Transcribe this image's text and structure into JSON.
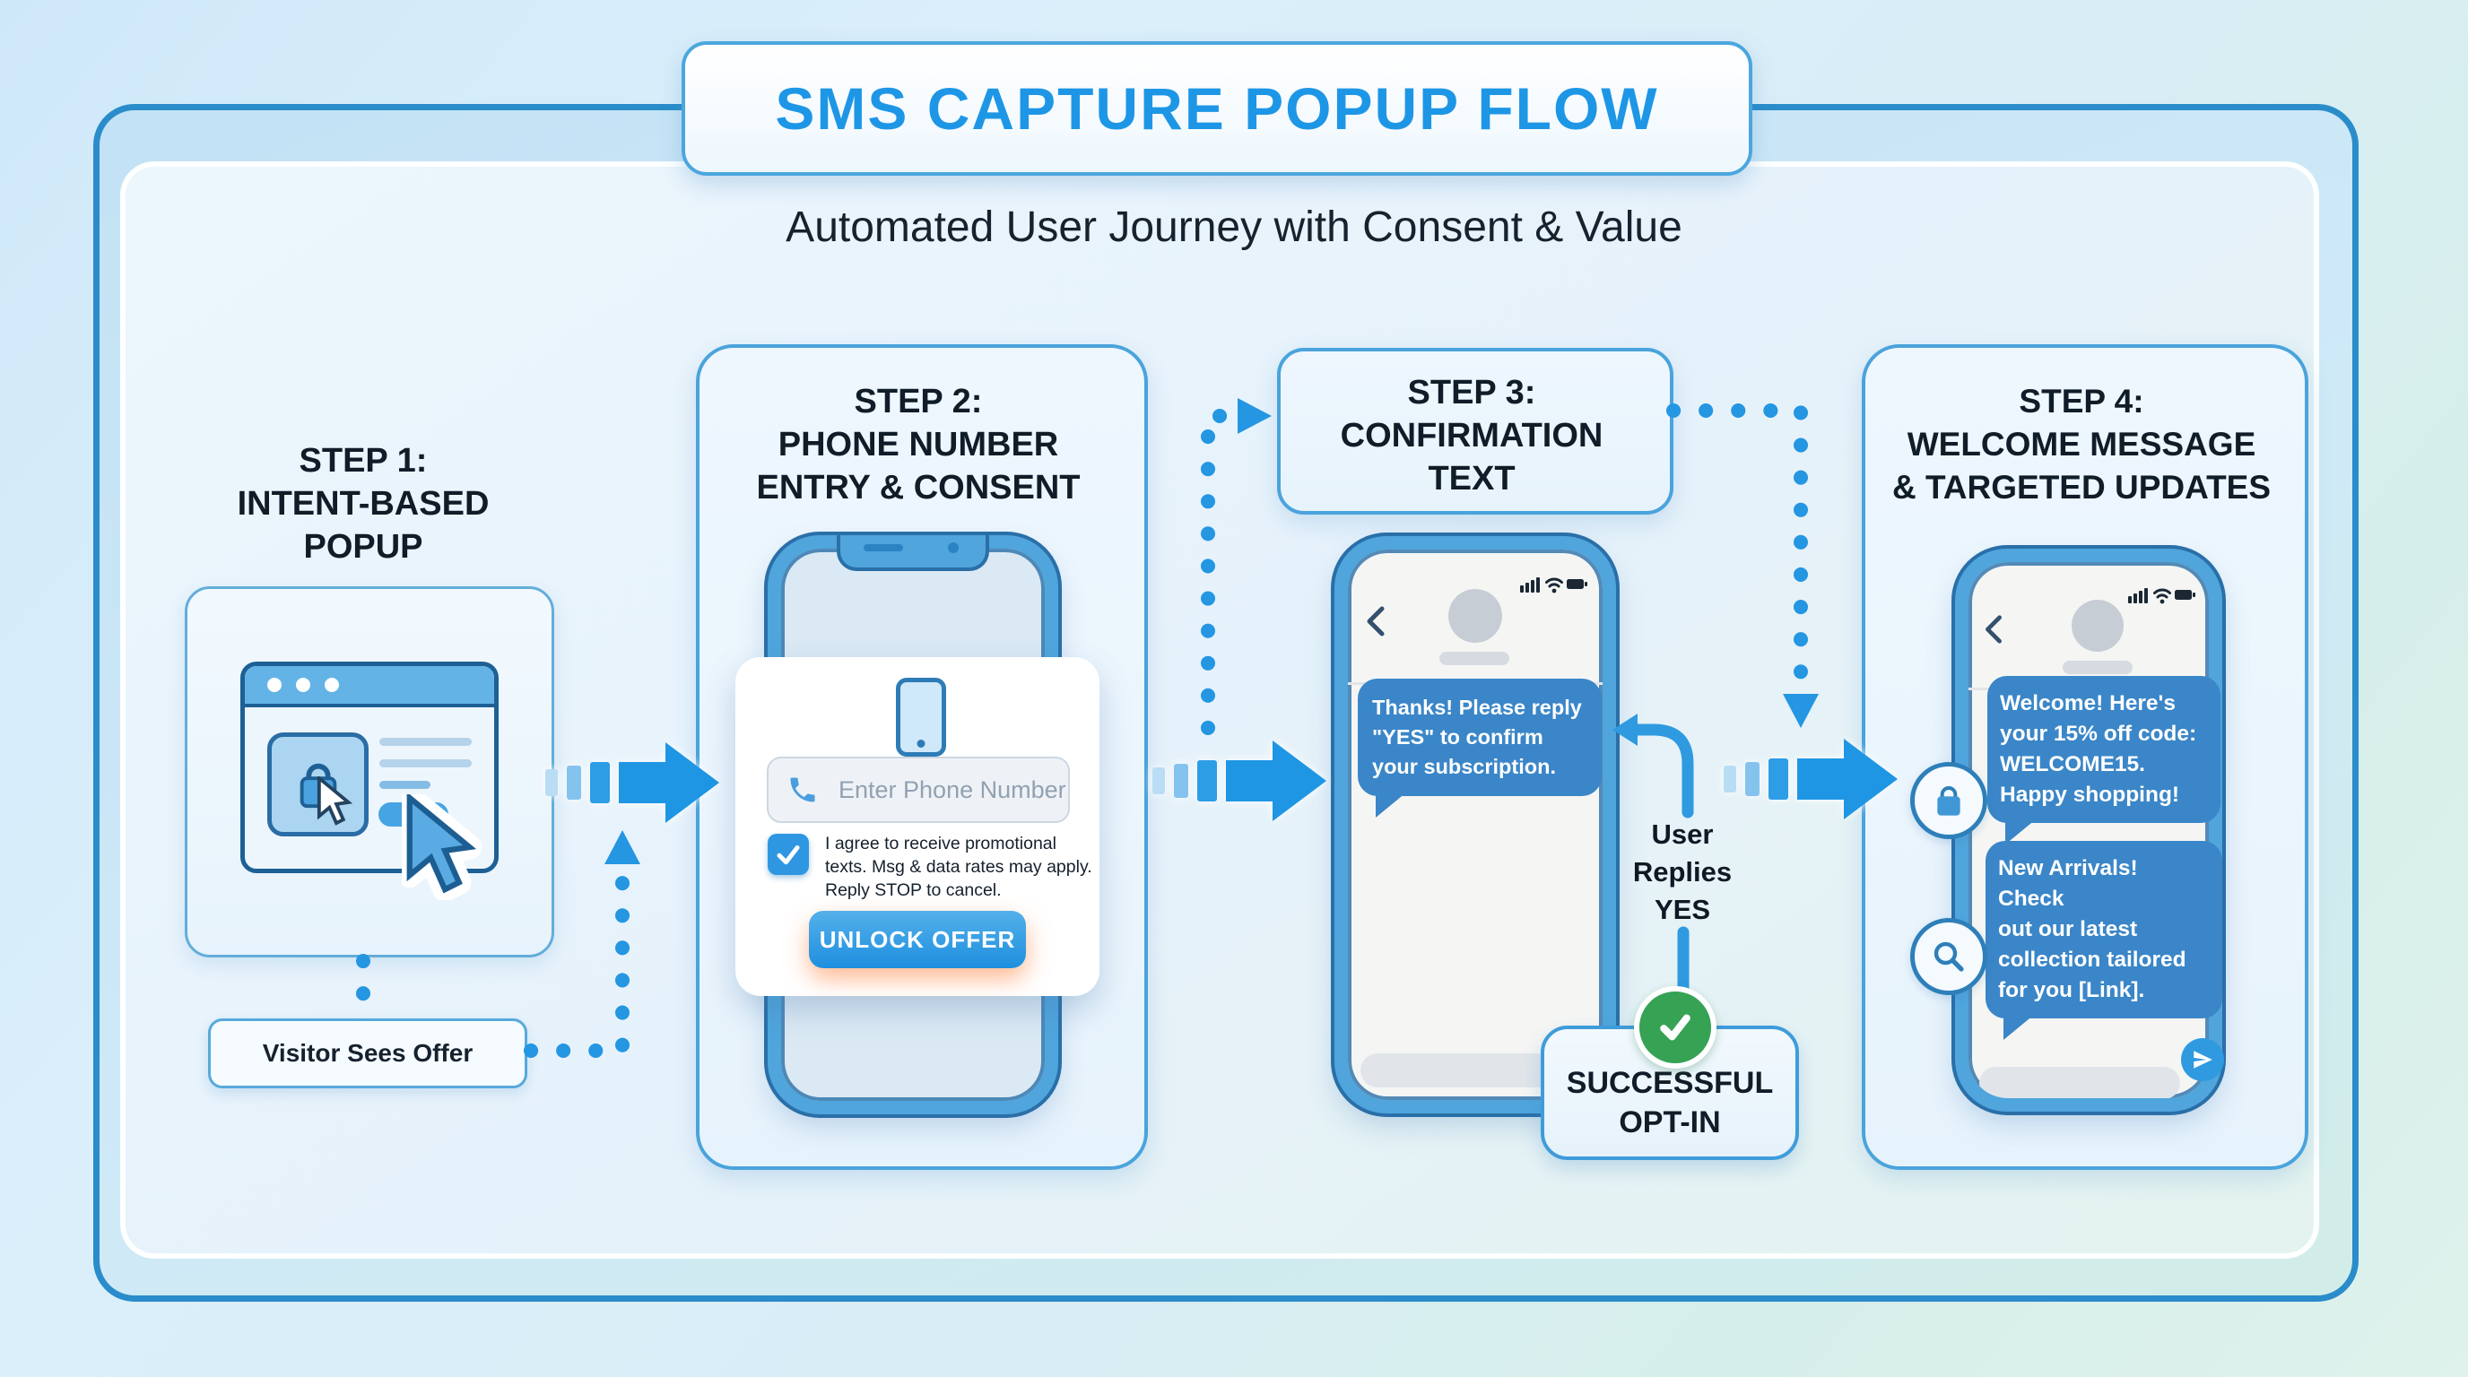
{
  "header": {
    "title": "SMS CAPTURE POPUP FLOW",
    "subtitle": "Automated User Journey with Consent & Value"
  },
  "steps": {
    "step1": {
      "title": "STEP 1:\nINTENT-BASED\nPOPUP",
      "visitor_label": "Visitor Sees Offer"
    },
    "step2": {
      "title": "STEP 2:\nPHONE NUMBER\nENTRY & CONSENT",
      "popup": {
        "placeholder": "Enter Phone Number",
        "consent": "I agree to receive promotional\ntexts. Msg & data rates may apply.\nReply STOP to cancel.",
        "button": "UNLOCK OFFER"
      }
    },
    "step3": {
      "title": "STEP 3:\nCONFIRMATION\nTEXT",
      "bubble": "Thanks! Please reply\n\"YES\" to confirm\nyour subscription.",
      "user_reply": "User\nReplies\nYES",
      "badge": "SUCCESSFUL\nOPT-IN"
    },
    "step4": {
      "title": "STEP 4:\nWELCOME MESSAGE\n& TARGETED UPDATES",
      "bubble1": "Welcome! Here's\nyour 15% off code:\nWELCOME15.\nHappy shopping!",
      "bubble2": "New Arrivals! Check\nout our latest\ncollection tailored\nfor you [Link]."
    }
  },
  "colors": {
    "accent_blue": "#1e96e4",
    "title_blue": "#1e96e6",
    "bubble_blue": "#3a86c8",
    "frame_blue": "#4fa5dc",
    "success_green": "#35a254",
    "unlock_glow_orange": "#ff8c3c"
  },
  "icons": [
    "browser-window-icon",
    "shopping-bag-icon",
    "cursor-icon",
    "phone-icon",
    "phone-handset-icon",
    "checkbox-check-icon",
    "back-chevron-icon",
    "signal-icon",
    "wifi-icon",
    "battery-icon",
    "avatar",
    "check-circle-icon",
    "magnifier-icon",
    "paper-plane-icon",
    "home-indicator"
  ]
}
